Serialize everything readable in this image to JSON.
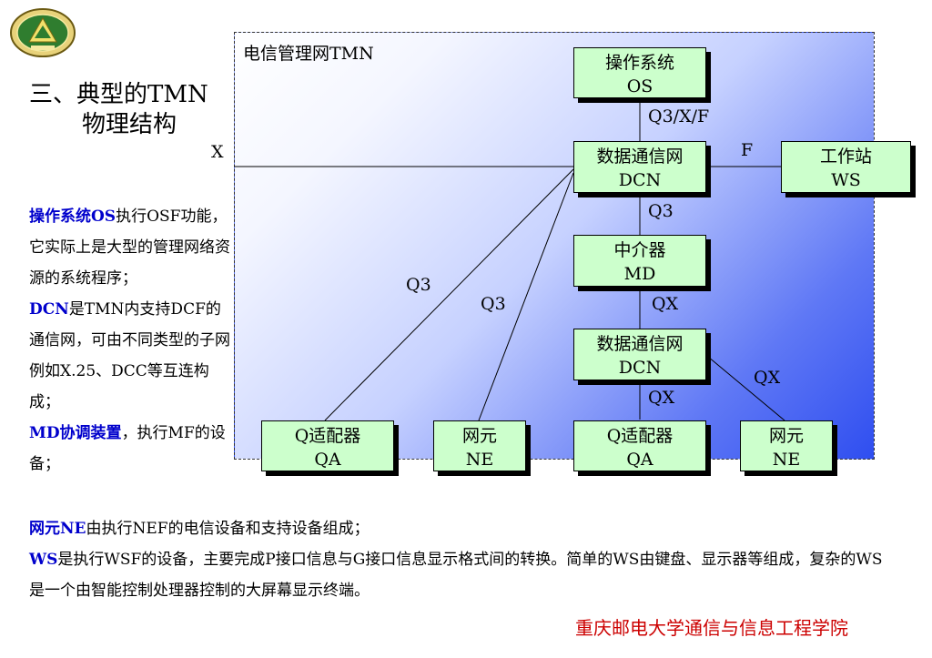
{
  "heading": {
    "line1": "三、典型的TMN",
    "line2": "物理结构"
  },
  "frame_title": "电信管理网TMN",
  "boxes": {
    "os": {
      "l1": "操作系统",
      "l2": "OS"
    },
    "dcn1": {
      "l1": "数据通信网",
      "l2": "DCN"
    },
    "ws": {
      "l1": "工作站",
      "l2": "WS"
    },
    "md": {
      "l1": "中介器",
      "l2": "MD"
    },
    "dcn2": {
      "l1": "数据通信网",
      "l2": "DCN"
    },
    "qa1": {
      "l1": "Q适配器",
      "l2": "QA"
    },
    "ne1": {
      "l1": "网元",
      "l2": "NE"
    },
    "qa2": {
      "l1": "Q适配器",
      "l2": "QA"
    },
    "ne2": {
      "l1": "网元",
      "l2": "NE"
    }
  },
  "labels": {
    "x": "X",
    "f": "F",
    "q3xf": "Q3/X/F",
    "q3_mid": "Q3",
    "q3_a": "Q3",
    "q3_b": "Q3",
    "qx1": "QX",
    "qx2": "QX",
    "qx3": "QX"
  },
  "desc": [
    {
      "hl": "操作系统OS",
      "text": "执行OSF功能，它实际上是大型的管理网络资源的系统程序；"
    },
    {
      "hl": "DCN",
      "text": "是TMN内支持DCF的通信网，可由不同类型的子网例如X.25、DCC等互连构成；"
    },
    {
      "hl": "MD协调装置",
      "text": "，执行MF的设备；"
    }
  ],
  "wide": [
    {
      "hl": "网元NE",
      "text": "由执行NEF的电信设备和支持设备组成；"
    },
    {
      "hl": "WS",
      "text": "是执行WSF的设备，主要完成P接口信息与G接口信息显示格式间的转换。简单的WS由键盘、显示器等组成，复杂的WS是一个由智能控制处理器控制的大屏幕显示终端。"
    }
  ],
  "footer": "重庆邮电大学通信与信息工程学院",
  "colors": {
    "box_fill": "#ccffcc",
    "highlight": "#0000cc",
    "footer": "#cc0000"
  },
  "logo_icon": "university-emblem-icon"
}
